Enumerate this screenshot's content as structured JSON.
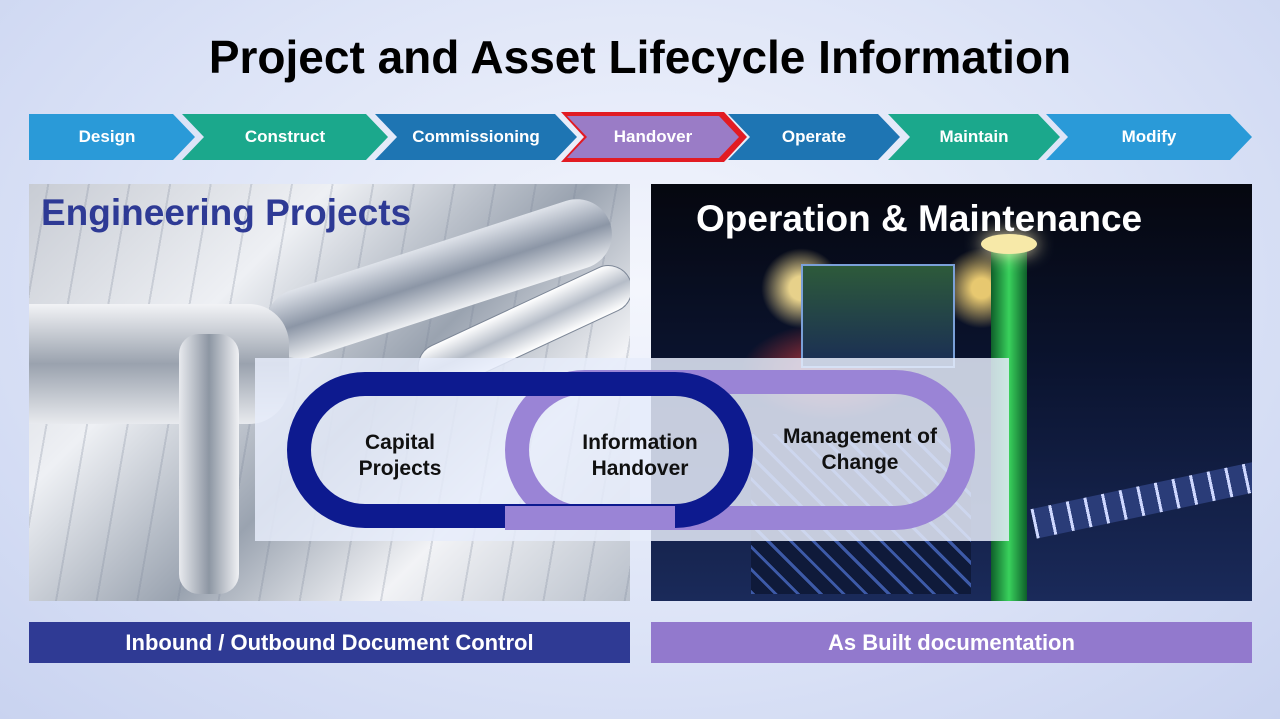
{
  "title": "Project and Asset Lifecycle Information",
  "stages": [
    {
      "label": "Design",
      "color": "#2a9ad8"
    },
    {
      "label": "Construct",
      "color": "#1ba88c"
    },
    {
      "label": "Commissioning",
      "color": "#1e75b3"
    },
    {
      "label": "Handover",
      "color": "#9a7cc6",
      "highlight": "#e21b23"
    },
    {
      "label": "Operate",
      "color": "#1e75b3"
    },
    {
      "label": "Maintain",
      "color": "#1ba88c"
    },
    {
      "label": "Modify",
      "color": "#2a9ad8"
    }
  ],
  "panels": {
    "left_title": "Engineering Projects",
    "right_title": "Operation & Maintenance"
  },
  "loops": {
    "left": "Capital Projects",
    "middle": "Information Handover",
    "right": "Management of Change",
    "left_color": "#0d1a8f",
    "right_color": "#9a84d6"
  },
  "bars": {
    "left": "Inbound / Outbound Document Control",
    "right": "As Built documentation"
  }
}
